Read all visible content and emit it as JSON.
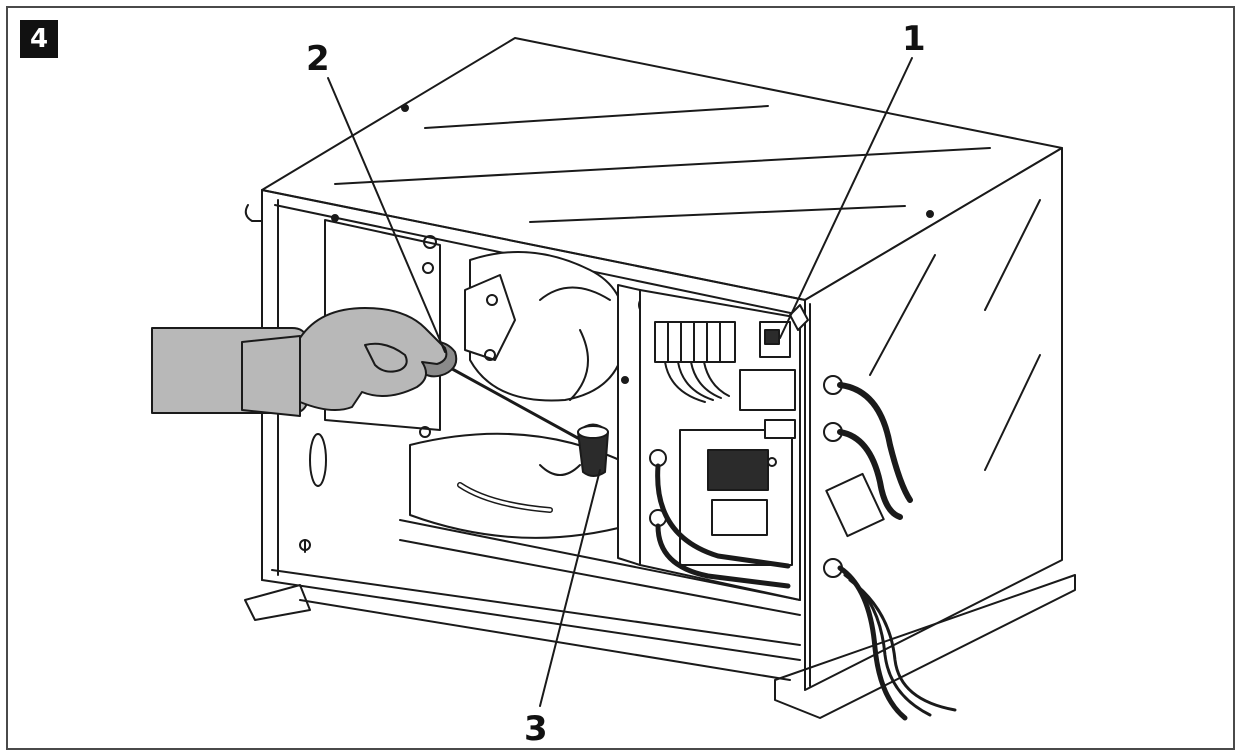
{
  "figure": {
    "badge": "4",
    "callouts": [
      {
        "id": "1",
        "label": "1"
      },
      {
        "id": "2",
        "label": "2"
      },
      {
        "id": "3",
        "label": "3"
      }
    ]
  },
  "colors": {
    "line": "#1a1a1a",
    "hand_fill": "#b8b8b8",
    "panel_fill": "#ffffff",
    "dark_fill": "#2b2b2b"
  }
}
